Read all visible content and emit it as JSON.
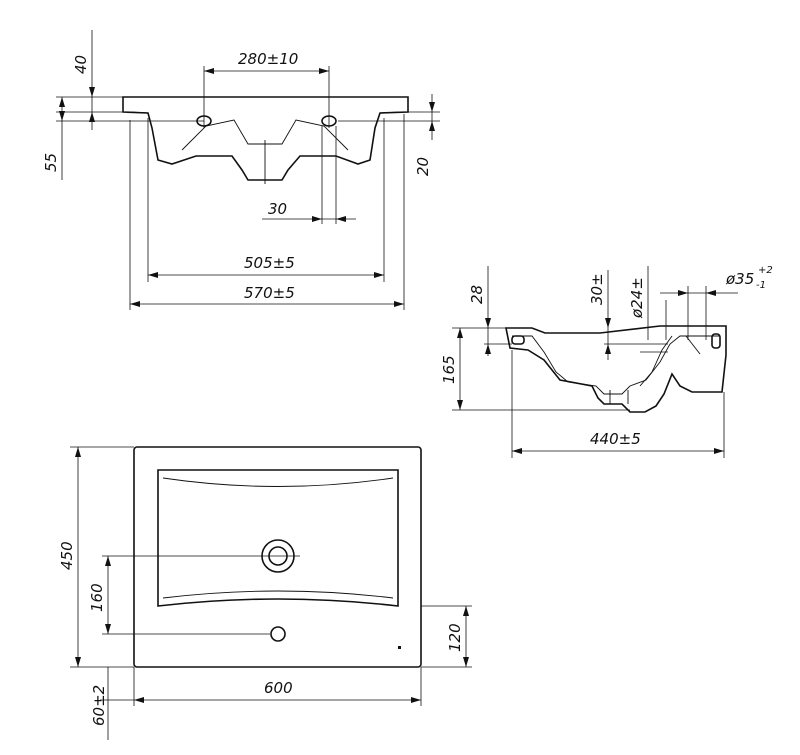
{
  "views": {
    "front": {
      "label_280": "280±10",
      "label_40": "40",
      "label_55": "55",
      "label_20": "20",
      "label_30": "30",
      "label_505": "505±5",
      "label_570": "570±5"
    },
    "side": {
      "label_28": "28",
      "label_30": "30±",
      "label_d24": "ø24±",
      "label_d35": "ø35",
      "label_d35_tol_upper": "+2",
      "label_d35_tol_lower": "-1",
      "label_165": "165",
      "label_440": "440±5"
    },
    "top": {
      "label_450": "450",
      "label_160": "160",
      "label_120": "120",
      "label_600": "600",
      "label_60": "60±2"
    }
  }
}
